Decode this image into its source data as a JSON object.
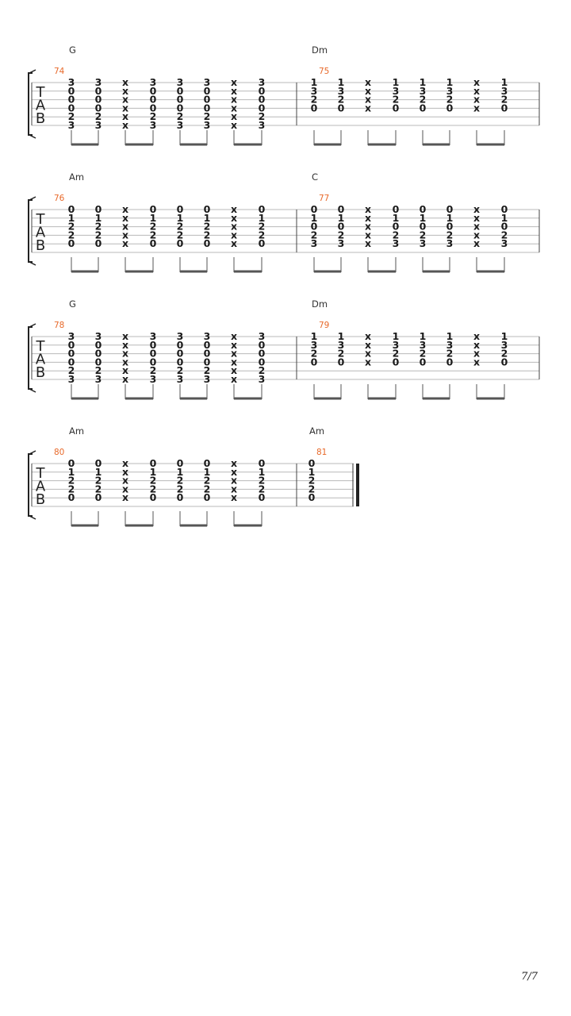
{
  "tab_label": [
    "T",
    "A",
    "B"
  ],
  "systems": [
    {
      "measures": [
        {
          "number": "74",
          "chord": "G",
          "beats": [
            [
              "3",
              "0",
              "0",
              "0",
              "2",
              "3"
            ],
            [
              "3",
              "0",
              "0",
              "0",
              "2",
              "3"
            ],
            [
              "x",
              "x",
              "x",
              "x",
              "x",
              "x"
            ],
            [
              "3",
              "0",
              "0",
              "0",
              "2",
              "3"
            ],
            [
              "3",
              "0",
              "0",
              "0",
              "2",
              "3"
            ],
            [
              "3",
              "0",
              "0",
              "0",
              "2",
              "3"
            ],
            [
              "x",
              "x",
              "x",
              "x",
              "x",
              "x"
            ],
            [
              "3",
              "0",
              "0",
              "0",
              "2",
              "3"
            ]
          ]
        },
        {
          "number": "75",
          "chord": "Dm",
          "beats": [
            [
              "1",
              "3",
              "2",
              "0",
              "",
              ""
            ],
            [
              "1",
              "3",
              "2",
              "0",
              "",
              ""
            ],
            [
              "x",
              "x",
              "x",
              "x",
              "",
              ""
            ],
            [
              "1",
              "3",
              "2",
              "0",
              "",
              ""
            ],
            [
              "1",
              "3",
              "2",
              "0",
              "",
              ""
            ],
            [
              "1",
              "3",
              "2",
              "0",
              "",
              ""
            ],
            [
              "x",
              "x",
              "x",
              "x",
              "",
              ""
            ],
            [
              "1",
              "3",
              "2",
              "0",
              "",
              ""
            ]
          ]
        }
      ]
    },
    {
      "measures": [
        {
          "number": "76",
          "chord": "Am",
          "beats": [
            [
              "0",
              "1",
              "2",
              "2",
              "0",
              ""
            ],
            [
              "0",
              "1",
              "2",
              "2",
              "0",
              ""
            ],
            [
              "x",
              "x",
              "x",
              "x",
              "x",
              ""
            ],
            [
              "0",
              "1",
              "2",
              "2",
              "0",
              ""
            ],
            [
              "0",
              "1",
              "2",
              "2",
              "0",
              ""
            ],
            [
              "0",
              "1",
              "2",
              "2",
              "0",
              ""
            ],
            [
              "x",
              "x",
              "x",
              "x",
              "x",
              ""
            ],
            [
              "0",
              "1",
              "2",
              "2",
              "0",
              ""
            ]
          ]
        },
        {
          "number": "77",
          "chord": "C",
          "beats": [
            [
              "0",
              "1",
              "0",
              "2",
              "3",
              ""
            ],
            [
              "0",
              "1",
              "0",
              "2",
              "3",
              ""
            ],
            [
              "x",
              "x",
              "x",
              "x",
              "x",
              ""
            ],
            [
              "0",
              "1",
              "0",
              "2",
              "3",
              ""
            ],
            [
              "0",
              "1",
              "0",
              "2",
              "3",
              ""
            ],
            [
              "0",
              "1",
              "0",
              "2",
              "3",
              ""
            ],
            [
              "x",
              "x",
              "x",
              "x",
              "x",
              ""
            ],
            [
              "0",
              "1",
              "0",
              "2",
              "3",
              ""
            ]
          ]
        }
      ]
    },
    {
      "measures": [
        {
          "number": "78",
          "chord": "G",
          "beats": [
            [
              "3",
              "0",
              "0",
              "0",
              "2",
              "3"
            ],
            [
              "3",
              "0",
              "0",
              "0",
              "2",
              "3"
            ],
            [
              "x",
              "x",
              "x",
              "x",
              "x",
              "x"
            ],
            [
              "3",
              "0",
              "0",
              "0",
              "2",
              "3"
            ],
            [
              "3",
              "0",
              "0",
              "0",
              "2",
              "3"
            ],
            [
              "3",
              "0",
              "0",
              "0",
              "2",
              "3"
            ],
            [
              "x",
              "x",
              "x",
              "x",
              "x",
              "x"
            ],
            [
              "3",
              "0",
              "0",
              "0",
              "2",
              "3"
            ]
          ]
        },
        {
          "number": "79",
          "chord": "Dm",
          "beats": [
            [
              "1",
              "3",
              "2",
              "0",
              "",
              ""
            ],
            [
              "1",
              "3",
              "2",
              "0",
              "",
              ""
            ],
            [
              "x",
              "x",
              "x",
              "x",
              "",
              ""
            ],
            [
              "1",
              "3",
              "2",
              "0",
              "",
              ""
            ],
            [
              "1",
              "3",
              "2",
              "0",
              "",
              ""
            ],
            [
              "1",
              "3",
              "2",
              "0",
              "",
              ""
            ],
            [
              "x",
              "x",
              "x",
              "x",
              "",
              ""
            ],
            [
              "1",
              "3",
              "2",
              "0",
              "",
              ""
            ]
          ]
        }
      ]
    },
    {
      "measures": [
        {
          "number": "80",
          "chord": "Am",
          "beats": [
            [
              "0",
              "1",
              "2",
              "2",
              "0",
              ""
            ],
            [
              "0",
              "1",
              "2",
              "2",
              "0",
              ""
            ],
            [
              "x",
              "x",
              "x",
              "x",
              "x",
              ""
            ],
            [
              "0",
              "1",
              "2",
              "2",
              "0",
              ""
            ],
            [
              "0",
              "1",
              "2",
              "2",
              "0",
              ""
            ],
            [
              "0",
              "1",
              "2",
              "2",
              "0",
              ""
            ],
            [
              "x",
              "x",
              "x",
              "x",
              "x",
              ""
            ],
            [
              "0",
              "1",
              "2",
              "2",
              "0",
              ""
            ]
          ]
        },
        {
          "number": "81",
          "chord": "Am",
          "beats": [
            [
              "0",
              "1",
              "2",
              "2",
              "0",
              ""
            ]
          ]
        }
      ]
    }
  ],
  "page_number": "7/7",
  "colors": {
    "measure_number": "#e8692a",
    "staff_line": "#b8b8b8",
    "fret": "#1a1a1a",
    "chord": "#333333",
    "beam": "#555555"
  }
}
